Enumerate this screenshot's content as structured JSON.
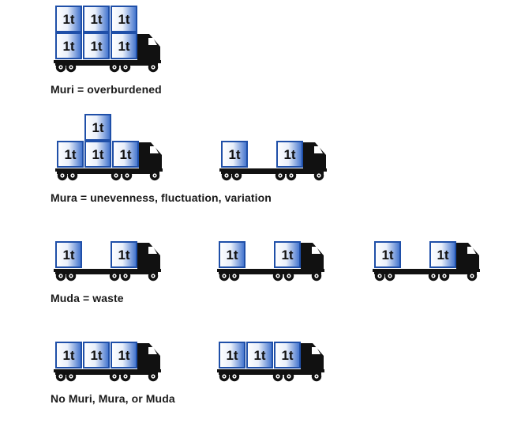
{
  "colors": {
    "cab": "#111111",
    "box_border": "#1f4fa8",
    "box_fill_left": "#ffffff",
    "box_fill_right": "#3c6fcc",
    "load_text": "#111111",
    "wheel": "#111111",
    "caption_text": "#1a1a1a"
  },
  "load_label": "1t",
  "rows": [
    {
      "caption": "Muri = overburdened",
      "trucks": [
        {
          "boxes": [
            [
              0,
              0
            ],
            [
              1,
              0
            ],
            [
              2,
              0
            ],
            [
              0,
              1
            ],
            [
              1,
              1
            ],
            [
              2,
              1
            ]
          ]
        }
      ]
    },
    {
      "caption": "Mura = unevenness, fluctuation, variation",
      "trucks": [
        {
          "boxes": [
            [
              0,
              0
            ],
            [
              1,
              0
            ],
            [
              2,
              0
            ],
            [
              1,
              1
            ]
          ]
        },
        {
          "boxes": [
            [
              0,
              0
            ],
            [
              2,
              0
            ]
          ]
        }
      ]
    },
    {
      "caption": "Muda = waste",
      "trucks": [
        {
          "boxes": [
            [
              0,
              0
            ],
            [
              2,
              0
            ]
          ]
        },
        {
          "boxes": [
            [
              0,
              0
            ],
            [
              2,
              0
            ]
          ]
        },
        {
          "boxes": [
            [
              0,
              0
            ],
            [
              2,
              0
            ]
          ]
        }
      ]
    },
    {
      "caption": "No Muri, Mura, or Muda",
      "trucks": [
        {
          "boxes": [
            [
              0,
              0
            ],
            [
              1,
              0
            ],
            [
              2,
              0
            ]
          ]
        },
        {
          "boxes": [
            [
              0,
              0
            ],
            [
              1,
              0
            ],
            [
              2,
              0
            ]
          ]
        }
      ]
    }
  ]
}
